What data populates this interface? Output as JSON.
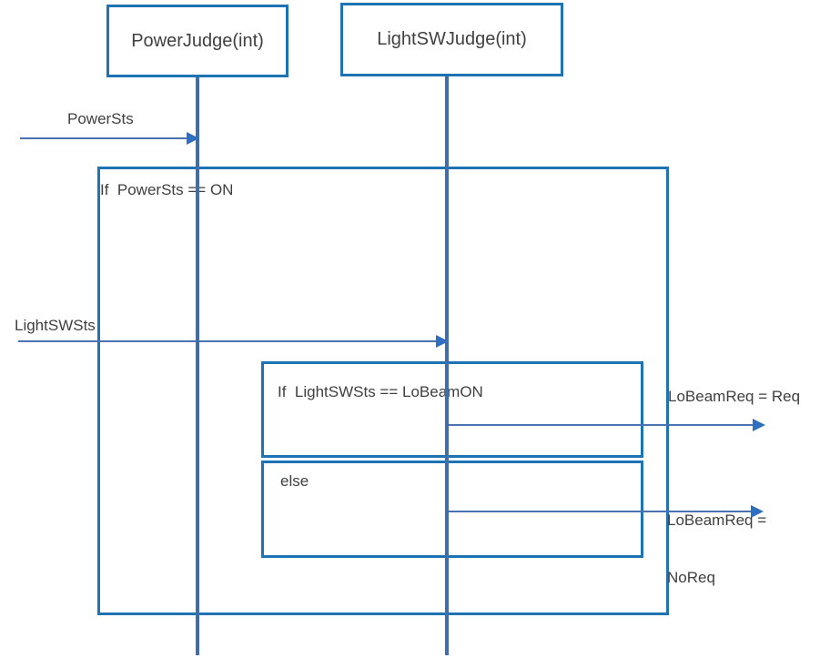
{
  "diagram": {
    "type": "sequence-diagram",
    "lifelines": [
      {
        "id": "powerjudge",
        "label": "PowerJudge(int)"
      },
      {
        "id": "lightswjudge",
        "label": "LightSWJudge(int)"
      }
    ],
    "frames": {
      "outer_guard": "If  PowerSts == ON",
      "inner_guard": "If  LightSWSts == LoBeamON",
      "else_label": "else"
    },
    "messages": {
      "power_sts": "PowerSts",
      "light_sw_sts": "LightSWSts",
      "lobeam_req": "LoBeamReq = Req",
      "lobeam_noreq_line1": "LoBeamReq =",
      "lobeam_noreq_line2": "NoReq"
    },
    "colors": {
      "frame_border": "#1d73b4",
      "lifeline": "#3f6eaa",
      "arrow_line": "#4a72b0",
      "arrow_head": "#2e6fc0",
      "text": "#404040",
      "background": "#ffffff"
    }
  }
}
